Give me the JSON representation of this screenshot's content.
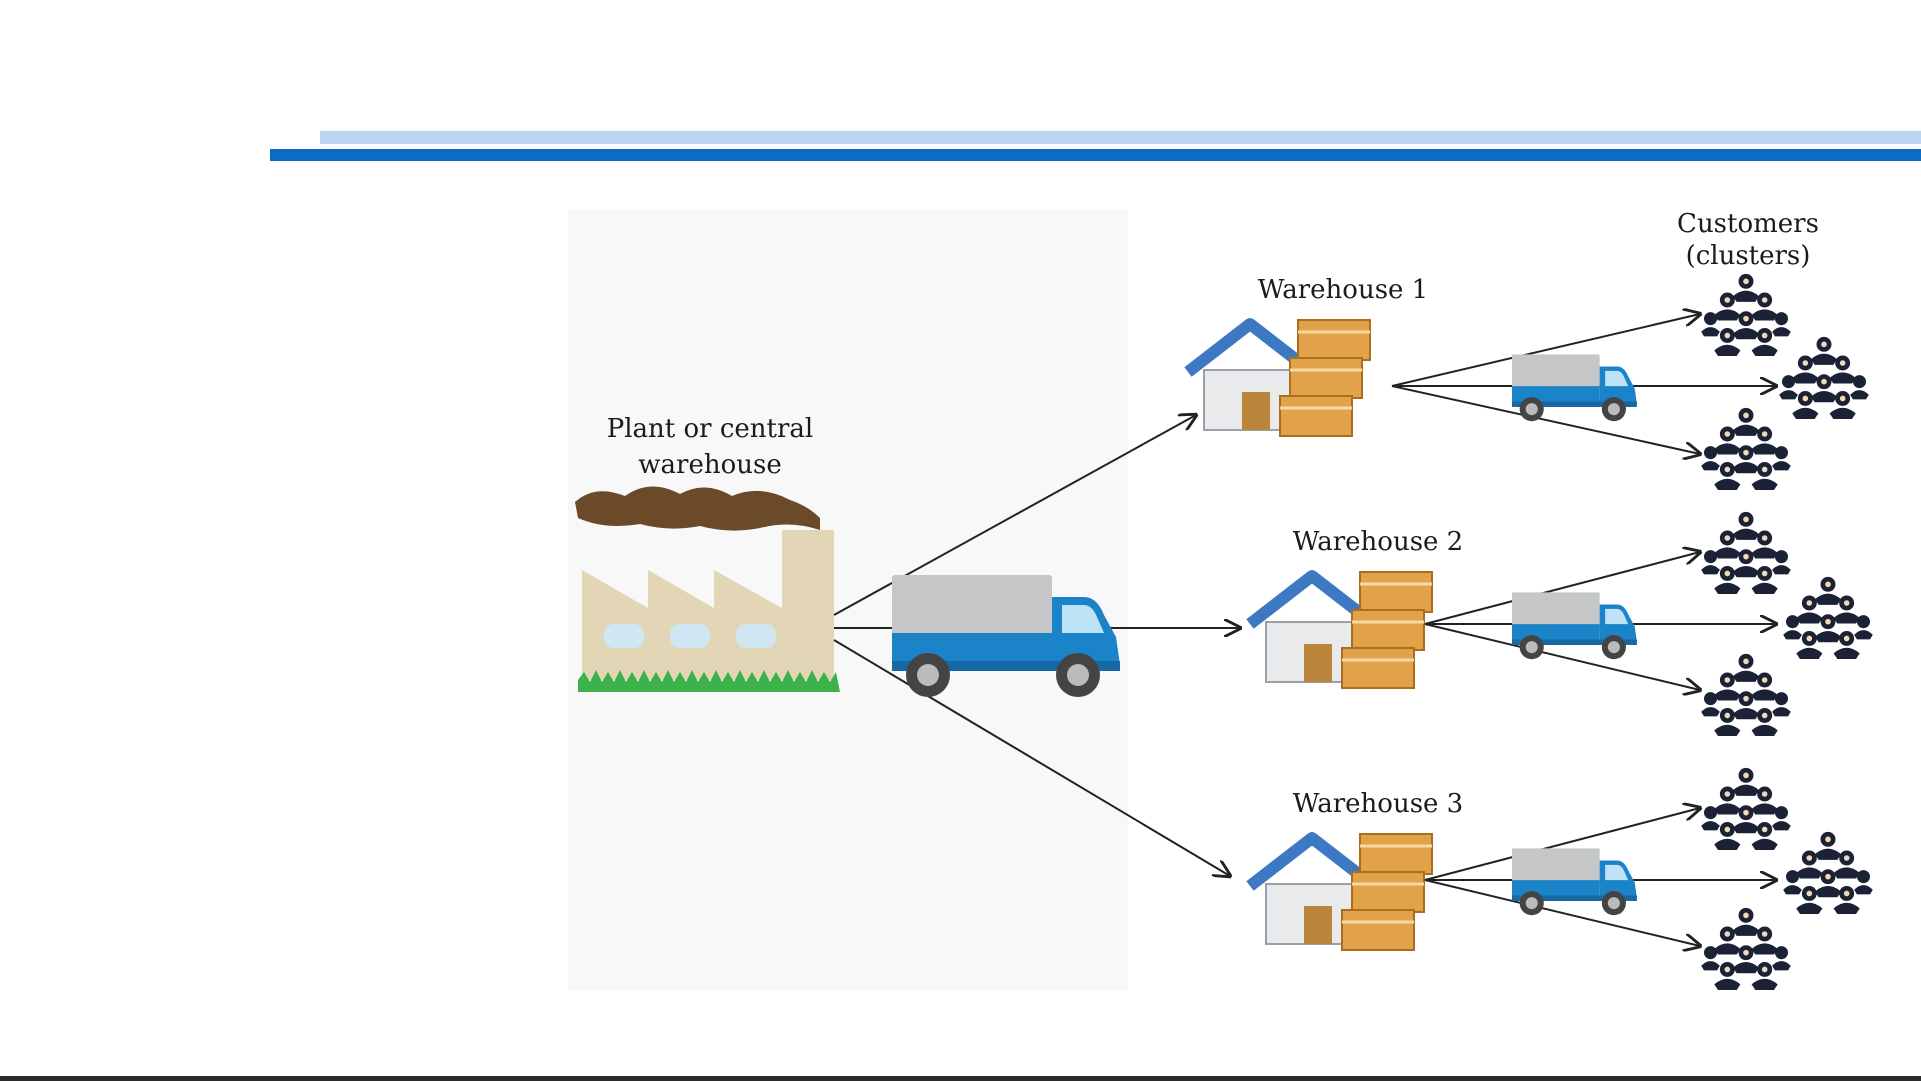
{
  "slide": {
    "header_bar_colors": {
      "light": "#bcd6f0",
      "dark": "#0b6cc3"
    }
  },
  "diagram": {
    "plant": {
      "label_line1": "Plant or central",
      "label_line2": "warehouse",
      "icon": "factory-icon"
    },
    "warehouses": [
      {
        "label": "Warehouse 1",
        "icon": "warehouse-icon"
      },
      {
        "label": "Warehouse 2",
        "icon": "warehouse-icon"
      },
      {
        "label": "Warehouse 3",
        "icon": "warehouse-icon"
      }
    ],
    "customers": {
      "label_line1": "Customers",
      "label_line2": "(clusters)",
      "icon": "people-cluster-icon"
    },
    "truck_icon": "delivery-truck-icon",
    "colors": {
      "truck_blue": "#1b84c8",
      "truck_gray": "#c4c6c8",
      "box": "#e2a24a",
      "roof": "#3c79c2",
      "smoke": "#6b4a2a",
      "factory": "#e3d6b6",
      "grass": "#3bb34a",
      "people": "#1b2236"
    }
  }
}
